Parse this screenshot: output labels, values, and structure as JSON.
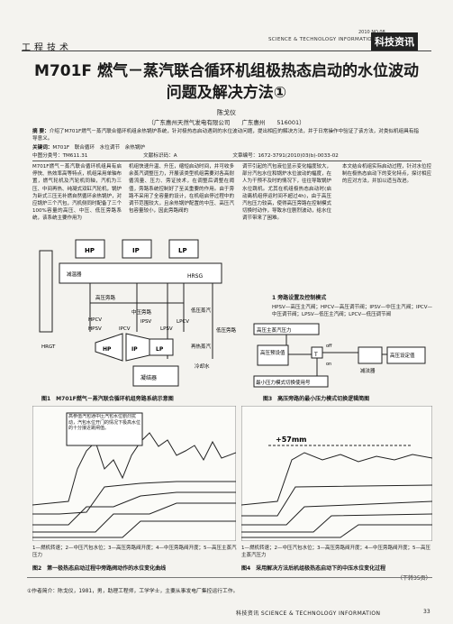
{
  "header": {
    "section": "工程技术",
    "issue": "2010  NO.08",
    "journal": "SCIENCE & TECHNOLOGY INFORMATION",
    "badge": "科技资讯"
  },
  "title": {
    "line1": "M701F 燃气－蒸汽联合循环机组极热态启动的水位波动",
    "line2": "问题及解决方法①"
  },
  "author": "陈戈仪",
  "affiliation": "（广东惠州天然气发电有限公司　　广东惠州　　516001）",
  "abstract": {
    "label": "摘 要：",
    "text": "介绍了M701F燃气－蒸汽联合循环机组余热锅炉系统，针对极热态启动遇到的水位波动问题，提出相应的解决方法，并于日常操作中验证了该方法，对类似机组具有指导意义。",
    "keywords_label": "关键词：",
    "keywords": "M701F　联合循环　水位调节　余热锅炉",
    "clc": "中图分类号：TM611.31",
    "doc_code": "文献标识码：A",
    "article_no": "文章编号：1672-3791(2010)03(b)-0033-02"
  },
  "body": {
    "col1": "M701F燃气－蒸汽联合循环机组具有启停快、热效率高等特点，机组采用单轴布置，燃气轮机及汽轮机同轴，汽机为三压、中间再热、纯凝式双缸汽轮机，锅炉为卧式三压无补燃自然循环余热锅炉，对应锅炉三个汽包，汽机侧同时配备了三个100%容量的高压、中压、低压旁路系统，该系统主要作用为",
    "col2": "机组快速升温、升压，缩短启动时间，并可收多余蒸汽调整压力，开展该类型机组需要对各高耐循流量、压力、旁证技术，在调整后调整在阈值，旁路系统控制好了至关重要的作用。由于旁路不采用了全容量的设计，在机组启停过程中的调节范围较大，且余热锅炉配置的中压、高压汽包容量较小，因此旁路阀的",
    "col3": "调节引起的汽包液位显示变化幅度较大，部分汽包水位和锅炉水位波动的幅度，在人为干预不及时的情况下，往往导致锅炉水位跳机。尤其在机组极热态启动时(启动离机组停运时间不超过4h)，由于高压汽包压力较高，使得高压旁路在控制模式切换时动作，导致水位剧烈波动，给水位调节带来了困难。",
    "col4": "本文结合机组实际启动过程，针对水位控制在极热态启动下的变化特点，探讨相应的应对方法，并加以适当改进。",
    "sec1": "1  旁路设置及控制模式",
    "sec1_text": "HPSV—高压主汽阀；HPCV—高压调节阀；IPSV—中压主汽阀；IPCV—中压调节阀；LPSV—低压主汽阀；LPCV—低压调节阀"
  },
  "fig1": {
    "labels": {
      "hp_top": "HP",
      "ip_top": "IP",
      "lp_top": "LP",
      "hrsg": "HRSG",
      "deaerator": "减温器",
      "hp_bypass": "高压旁路",
      "ip_bypass": "中压旁路",
      "lp_bypass": "低压旁路",
      "reheat": "再热蒸汽",
      "hrgt": "HRGT",
      "hpcv": "HPCV",
      "hpsv": "HPSV",
      "ipsv": "IPSV",
      "lpsv": "LPSV",
      "lpcv": "LPCV",
      "ipcv": "IPCV",
      "hp": "HP",
      "ip": "IP",
      "lp": "LP",
      "condenser": "凝结器",
      "iwater": "冷却水",
      "lp_steam": "低压蒸汽"
    },
    "caption": "图1　M701F燃气－蒸汽联合循环机组旁路系统示意图"
  },
  "fig3": {
    "labels": {
      "hp_master": "高压主蒸汽压力",
      "box_a": "高压预设值",
      "box_b": "高压设定值",
      "box_c": "最小压力模式切换使用号",
      "t": "T",
      "min": "减法器",
      "off": "off",
      "on": "on"
    },
    "caption": "图3　高压旁路的最小压力模式切换逻辑简图"
  },
  "fig2": {
    "annotation": "高参值汽包通中压汽包水位剧烈扰动，汽包水位开门的情况下极高水位的十分接近跳闸值。",
    "legend": "1—燃机转速；2—中压汽包水位；3—高压旁路阀开度；4—中压旁路阀开度；5—高压主蒸汽压力",
    "caption": "图2　第一极热态启动过程中旁路阀动作的水位变化曲线"
  },
  "fig4": {
    "annotation": "+57mm",
    "legend": "1—燃机转速；2—中压汽包水位；3—高压旁路阀开度；4—中压旁路阀开度；5—高压主蒸汽压力",
    "caption": "图4　采用解决方法后机组极热态启动下的中压水位变化过程",
    "next_page": "（下转35页）"
  },
  "footnote": "①作者简介：陈戈仪，1981，男，助理工程师，工学学士，主要从事发电厂集控运行工作。",
  "footer": {
    "journal": "科技资讯 SCIENCE & TECHNOLOGY INFORMATION",
    "page": "33"
  }
}
